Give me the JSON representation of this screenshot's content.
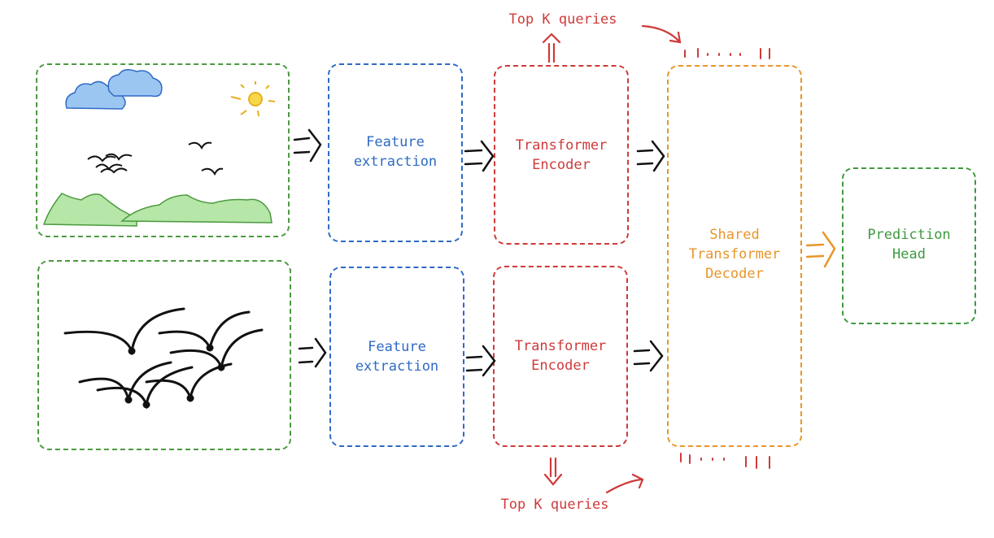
{
  "diagram": {
    "top_branch": {
      "feature_label": "Feature\nextraction",
      "encoder_label": "Transformer\nEncoder",
      "queries_label": "Top K queries"
    },
    "bottom_branch": {
      "feature_label": "Feature\nextraction",
      "encoder_label": "Transformer\nEncoder",
      "queries_label": "Top K queries"
    },
    "decoder_label": "Shared\nTransformer\nDecoder",
    "head_label": "Prediction\nHead",
    "colors": {
      "feature": "#2f6ac4",
      "encoder": "#cf3a3a",
      "decoder": "#e8952a",
      "head": "#3e9a3e",
      "image_frame": "#4a9a3e"
    },
    "icons": [
      "landscape-image",
      "sun-icon",
      "cloud-icon",
      "bird-icon",
      "mountain-icon",
      "bird-sketch-image"
    ]
  }
}
